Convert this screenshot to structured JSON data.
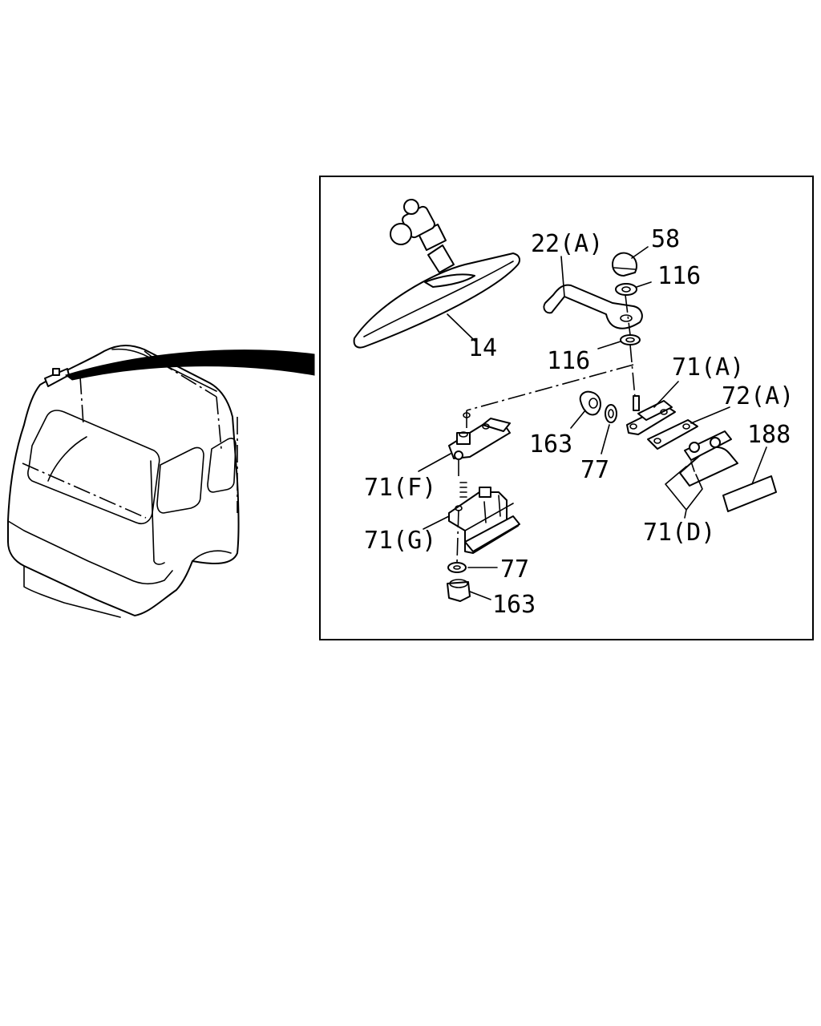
{
  "callouts": {
    "p14": "14",
    "p22a": "22(A)",
    "p58": "58",
    "p116_top": "116",
    "p116_mid": "116",
    "p71a": "71(A)",
    "p72a": "72(A)",
    "p188": "188",
    "p163_top": "163",
    "p77_top": "77",
    "p71f": "71(F)",
    "p71g": "71(G)",
    "p71d": "71(D)",
    "p77_bottom": "77",
    "p163_bottom": "163"
  }
}
